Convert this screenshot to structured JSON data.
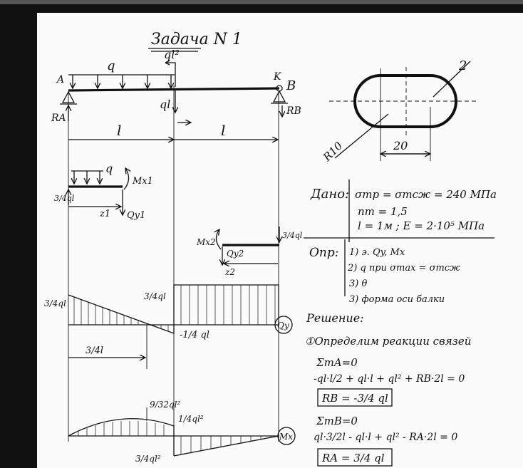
{
  "title": "Задача N 1",
  "beam": {
    "load_q": "q",
    "moment_top": "ql²",
    "support_left_letter": "A",
    "support_right_letter": "B",
    "support_right_k": "K",
    "reaction_left": "RA",
    "reaction_right": "RB",
    "force_mid": "ql",
    "span1": "l",
    "span2": "l"
  },
  "section": {
    "radius": "R10",
    "width": "20",
    "thickness": "2"
  },
  "given": {
    "header": "Дано:",
    "line1": "σтр = σтсж = 240 МПа",
    "line2": "nт = 1,5",
    "line3": "l = 1м ; E = 2·10⁵ МПа"
  },
  "find": {
    "header": "Опр:",
    "item1": "1) э. Qy, Mx",
    "item2": "2) q при σmax = σтсж",
    "item3": "3) θ",
    "item4": "3) форма оси балки"
  },
  "fbd1": {
    "load": "q",
    "moment": "Mx1",
    "force": "3/4ql",
    "coord": "z1",
    "shear": "Qy1"
  },
  "fbd2": {
    "moment": "Mx2",
    "force": "3/4ql",
    "shear": "Qy2",
    "coord": "z2"
  },
  "shear_diagram": {
    "label": "Qy",
    "left_value": "3/4ql",
    "mid_value": "3/4ql",
    "low_value": "-1/4 ql",
    "zero_at": "3/4l"
  },
  "moment_diagram": {
    "label": "Mx",
    "peak_value": "9/32ql²",
    "mid_value": "1/4ql²",
    "low_value": "3/4ql²"
  },
  "solution": {
    "header": "Решение:",
    "step1": "①Определим реакции связей",
    "eq1_head": "ΣmA=0",
    "eq1": "-ql·l/2 + ql·l + ql² + RB·2l = 0",
    "eq1_result": "RB = -3/4 ql",
    "eq2_head": "ΣmB=0",
    "eq2": "ql·3/2l - ql·l + ql² - RA·2l = 0",
    "eq2_result": "RA = 3/4 ql"
  }
}
